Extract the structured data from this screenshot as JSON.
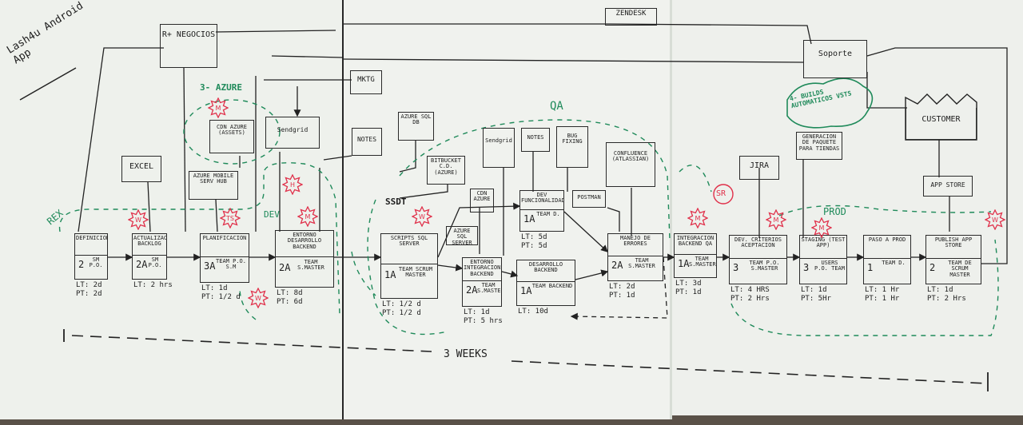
{
  "title": "Lash4u Android App",
  "timeline_label": "3 WEEKS",
  "systems": {
    "rrnegocios": "R+ NEGOCIOS",
    "zendesk": "ZENDESK",
    "soporte": "Soporte",
    "mktg": "MKTG",
    "excel": "EXCEL",
    "sendgrid": "Sendgrid",
    "notes": "NOTES",
    "azure_sql": "AZURE SQL DB",
    "azure_mobile": "AZURE MOBILE SERV HUB",
    "cdn": "CDN AZURE (ASSETS)",
    "bitbucket": "BITBUCKET C.D.(AZURE)",
    "sendgrid2": "Sendgrid",
    "notes2": "NOTES",
    "bug_fixing": "BUG FIXING",
    "confluence": "CONFLUENCE (ATLASSIAN)",
    "cdn_azure": "CDN AZURE",
    "azure_sql2": "AZURE SQL SERVER",
    "postman": "POSTMAN",
    "jira": "JIRA",
    "generacion": "GENERACION DE PAQUETE PARA TIENDAS",
    "customer": "CUSTOMER",
    "app_store": "APP STORE"
  },
  "annotations": {
    "azure_label": "3- AZURE",
    "dev_label": "DEV",
    "ssdt_label": "SSDT",
    "qa_label": "QA",
    "sr_label": "SR",
    "prod_label": "PROD",
    "rex_label": "REX",
    "builds_label": "4- BUILDS AUTOMATICOS VSTS"
  },
  "process_steps": [
    {
      "name": "DEFINICION",
      "num": "2",
      "team": "SM P.O.",
      "lt": "LT: 2d",
      "pt": "PT: 2d"
    },
    {
      "name": "ACTUALIZACION BACKLOG",
      "num": "2A",
      "team": "SM P.O.",
      "lt": "LT: 2 hrs",
      "pt": ""
    },
    {
      "name": "PLANIFICACION",
      "num": "3A",
      "team": "TEAM P.O. S.M",
      "lt": "LT: 1d",
      "pt": "PT: 1/2 d"
    },
    {
      "name": "ENTORNO DESARROLLO BACKEND",
      "num": "2A",
      "team": "TEAM S.MASTER",
      "lt": "LT: 8d",
      "pt": "PT: 6d"
    },
    {
      "name": "SCRIPTS SQL SERVER",
      "num": "1A",
      "team": "TEAM SCRUM MASTER",
      "lt": "LT: 1/2 d",
      "pt": "PT: 1/2 d"
    },
    {
      "name": "ENTORNO INTEGRACION BACKEND",
      "num": "2A",
      "team": "TEAM S.MASTER",
      "lt": "LT: 1d",
      "pt": "PT: 5 hrs"
    },
    {
      "name": "DEV FUNCIONALIDADES",
      "num": "1A",
      "team": "TEAM D.",
      "lt": "LT: 5d",
      "pt": "PT: 5d"
    },
    {
      "name": "DESARROLLO BACKEND",
      "num": "1A",
      "team": "TEAM BACKEND",
      "lt": "LT: 10d",
      "pt": ""
    },
    {
      "name": "MANEJO DE ERRORES",
      "num": "2A",
      "team": "TEAM S.MASTER",
      "lt": "LT: 2d",
      "pt": "PT: 1d"
    },
    {
      "name": "INTEGRACION BACKEND QA",
      "num": "1A",
      "team": "TEAM S.MASTER",
      "lt": "LT: 3d",
      "pt": "PT: 1d"
    },
    {
      "name": "DEV. CRITERIOS ACEPTACION",
      "num": "3",
      "team": "TEAM P.O. S.MASTER",
      "lt": "LT: 4 HRS",
      "pt": "PT: 2 Hrs"
    },
    {
      "name": "STAGING (TEST APP)",
      "num": "3",
      "team": "USERS P.O. TEAM",
      "lt": "LT: 1d",
      "pt": "PT: 5Hr"
    },
    {
      "name": "PASO A PROD",
      "num": "1",
      "team": "TEAM D.",
      "lt": "LT: 1 Hr",
      "pt": "PT: 1 Hr"
    },
    {
      "name": "PUBLISH APP STORE",
      "num": "2",
      "team": "TEAM DE SCRUM MASTER",
      "lt": "LT: 1d",
      "pt": "PT: 2 Hrs"
    }
  ],
  "waste_marks": [
    "M",
    "W",
    "TS",
    "H",
    "M",
    "W",
    "W",
    "M",
    "M"
  ],
  "colors": {
    "ink": "#1e1e1e",
    "green": "#1f8a5a",
    "red": "#e0304a",
    "paper": "#eef1ec"
  }
}
